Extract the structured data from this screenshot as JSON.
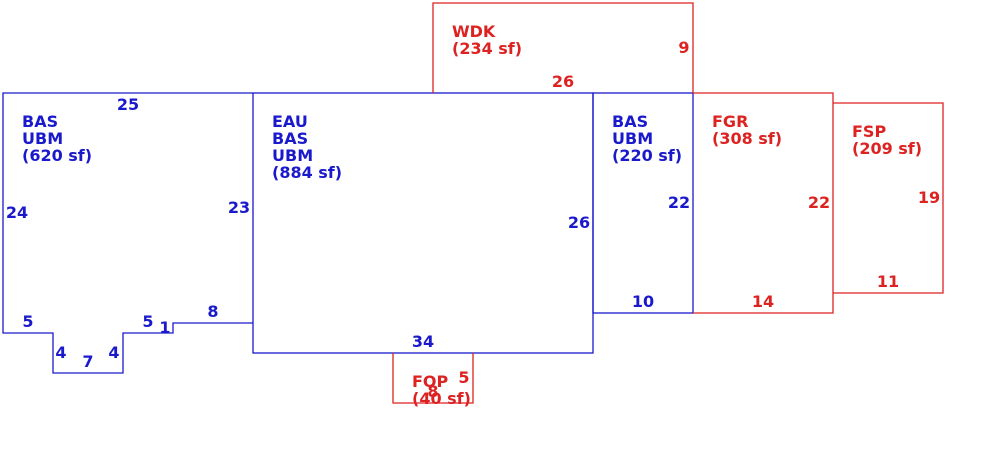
{
  "colors": {
    "living": "#1a1acc",
    "other": "#dd2222"
  },
  "areas": {
    "bas_left": {
      "line1": "BAS",
      "line2": "UBM",
      "line3": "(620 sf)"
    },
    "eau": {
      "line1": "EAU",
      "line2": "BAS",
      "line3": "UBM",
      "line4": "(884 sf)"
    },
    "bas_right": {
      "line1": "BAS",
      "line2": "UBM",
      "line3": "(220 sf)"
    },
    "wdk": {
      "line1": "WDK",
      "line2": "(234 sf)"
    },
    "fgr": {
      "line1": "FGR",
      "line2": "(308 sf)"
    },
    "fsp": {
      "line1": "FSP",
      "line2": "(209 sf)"
    },
    "fop": {
      "line1": "FOP",
      "line2": "(40 sf)"
    }
  },
  "dimensions": {
    "bas_left_top": "25",
    "bas_left_left": "24",
    "bas_left_right": "23",
    "bas_left_bottom_left": "5",
    "bas_left_notch_left": "4",
    "bas_left_notch_bottom": "7",
    "bas_left_notch_right": "4",
    "bas_left_bottom_mid": "5",
    "bas_left_step": "1",
    "bas_left_bottom_right": "8",
    "eau_right": "26",
    "eau_bottom": "34",
    "wdk_bottom": "26",
    "wdk_right": "9",
    "bas_right_right": "22",
    "bas_right_bottom": "10",
    "fgr_right": "22",
    "fgr_bottom": "14",
    "fsp_right": "19",
    "fsp_bottom": "11",
    "fop_right": "5",
    "fop_bottom": "8"
  }
}
